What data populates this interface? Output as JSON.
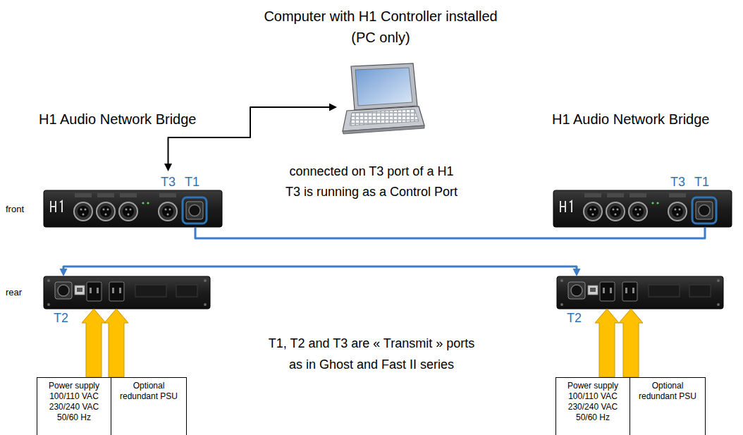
{
  "diagram": {
    "nodes": [
      {
        "text": [
          "Computer with H1 Controller installed (PC only)"
        ]
      },
      {
        "text": [
          "T3",
          "T1"
        ]
      },
      {
        "text": [
          "T3",
          "T1"
        ]
      },
      {
        "text": [
          "T2"
        ]
      },
      {
        "text": [
          "T2"
        ]
      },
      {
        "text": [
          "Power supply 100/110 VAC 230/240 VAC 50/60 Hz"
        ]
      },
      {
        "text": [
          "Optional redundant PSU"
        ]
      },
      {
        "text": [
          "Power supply 100/110 VAC 230/240 VAC 50/60 Hz"
        ]
      },
      {
        "text": [
          "Optional redundant PSU"
        ]
      }
    ],
    "edges": [
      {
        "from": 0,
        "to": 1,
        "arrow": "both"
      },
      {
        "from": 1,
        "to": 2,
        "arrow": "none"
      },
      {
        "from": 3,
        "to": 4,
        "arrow": "both"
      },
      {
        "from": 5,
        "to": 3,
        "arrow": "to"
      },
      {
        "from": 6,
        "to": 3,
        "arrow": "to"
      },
      {
        "from": 7,
        "to": 4,
        "arrow": "to"
      },
      {
        "from": 8,
        "to": 4,
        "arrow": "to"
      }
    ],
    "labels": [
      "H1 Audio Network Bridge",
      "H1 Audio Network Bridge",
      "connected on T3 port of a H1",
      "T3 is running as a Control Port",
      "front",
      "rear",
      "T1, T2 and T3 are « Transmit » ports as in Ghost and Fast II series"
    ]
  }
}
